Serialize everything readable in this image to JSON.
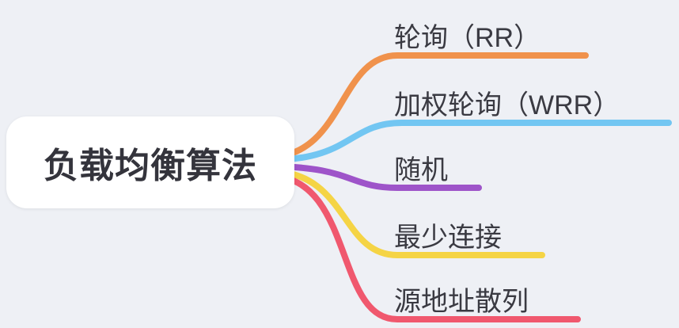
{
  "diagram": {
    "type": "mindmap",
    "background_color": "#eef0f5",
    "root": {
      "label": "负载均衡算法",
      "bg_color": "#ffffff",
      "text_color": "#34343c"
    },
    "branches": [
      {
        "label": "轮询（RR）",
        "color": "#F0924C"
      },
      {
        "label": "加权轮询（WRR）",
        "color": "#72C6F2"
      },
      {
        "label": "随机",
        "color": "#9E54C9"
      },
      {
        "label": "最少连接",
        "color": "#F5D445"
      },
      {
        "label": "源地址散列",
        "color": "#F0586E"
      }
    ]
  }
}
